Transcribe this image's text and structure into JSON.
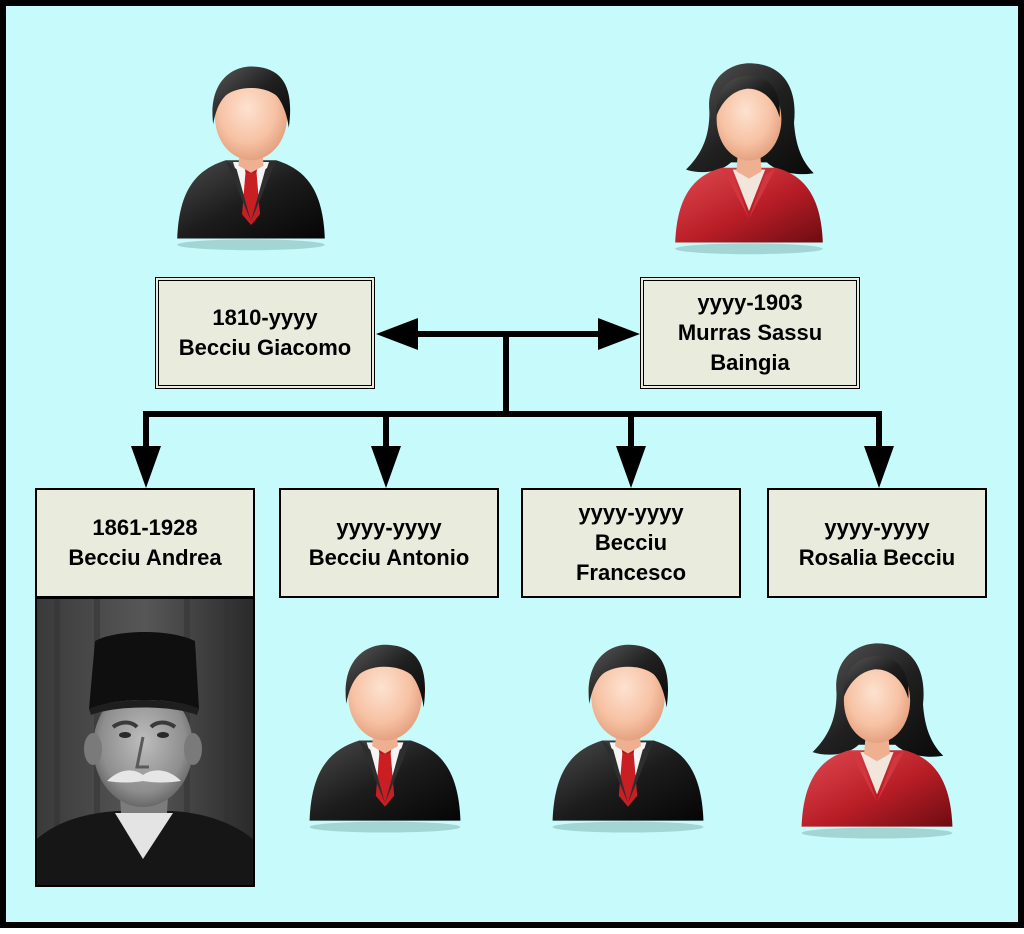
{
  "diagram": {
    "type": "family-tree",
    "colors": {
      "background": "#c7fbfb",
      "box_fill": "#e9ecdc",
      "connector": "#000000",
      "male_suit": "#1c1c1c",
      "female_jacket": "#b81d26"
    },
    "parents": [
      {
        "dates": "1810-yyyy",
        "name_lines": [
          "Becciu Giacomo"
        ],
        "avatar_icon": "male-avatar-icon"
      },
      {
        "dates": "yyyy-1903",
        "name_lines": [
          "Murras Sassu",
          "Baingia"
        ],
        "avatar_icon": "female-avatar-icon"
      }
    ],
    "children": [
      {
        "dates": "1861-1928",
        "name_lines": [
          "Becciu Andrea"
        ],
        "image": "portrait-photo"
      },
      {
        "dates": "yyyy-yyyy",
        "name_lines": [
          "Becciu Antonio"
        ],
        "avatar_icon": "male-avatar-icon"
      },
      {
        "dates": "yyyy-yyyy",
        "name_lines": [
          "Becciu",
          "Francesco"
        ],
        "avatar_icon": "male-avatar-icon"
      },
      {
        "dates": "yyyy-yyyy",
        "name_lines": [
          "Rosalia Becciu"
        ],
        "avatar_icon": "female-avatar-icon"
      }
    ]
  }
}
